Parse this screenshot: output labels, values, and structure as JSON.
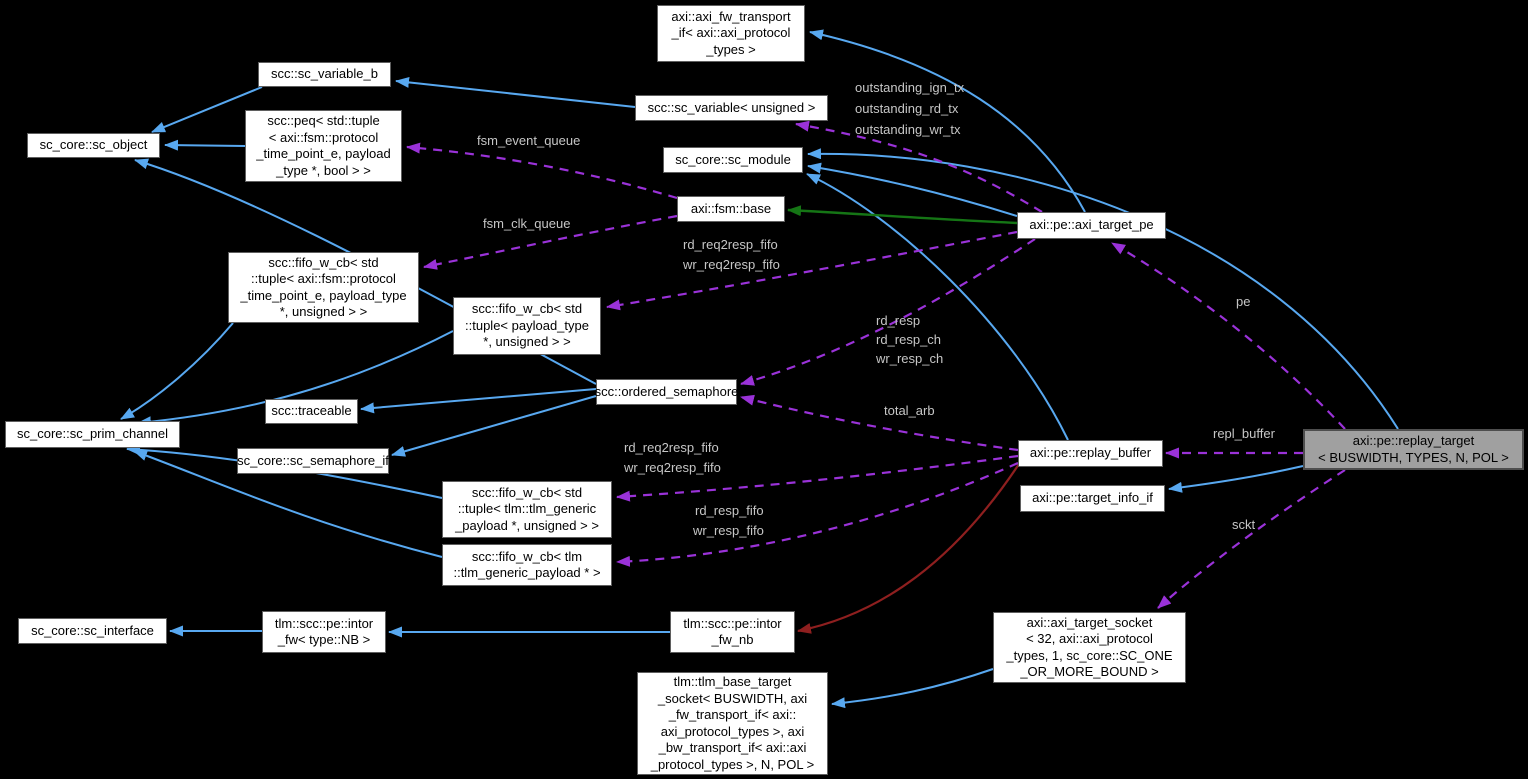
{
  "diagram_type": "doxygen-collaboration-graph",
  "colors": {
    "background": "#000000",
    "public_inheritance": "#58a8f0",
    "usage_member": "#9a32d8",
    "protected_inheritance": "#157515",
    "private_inheritance": "#8e1f1f",
    "node_fill": "#ffffff",
    "node_border": "#5f5f5f",
    "node_text": "#000000",
    "highlight_fill": "#a0a0a0",
    "edge_label_text": "#c6c6c6"
  },
  "nodes": {
    "fw_transport": {
      "label": "axi::axi_fw_transport\n_if< axi::axi_protocol\n_types >"
    },
    "sc_variable_b": {
      "label": "scc::sc_variable_b"
    },
    "sc_variable_unsigned": {
      "label": "scc::sc_variable< unsigned >"
    },
    "sc_object": {
      "label": "sc_core::sc_object"
    },
    "peq": {
      "label": "scc::peq< std::tuple\n< axi::fsm::protocol\n_time_point_e, payload\n_type *, bool > >"
    },
    "sc_module": {
      "label": "sc_core::sc_module"
    },
    "fsm_base": {
      "label": "axi::fsm::base"
    },
    "axi_target_pe": {
      "label": "axi::pe::axi_target_pe"
    },
    "fifo_fsm_tuple": {
      "label": "scc::fifo_w_cb< std\n::tuple< axi::fsm::protocol\n_time_point_e, payload_type\n*, unsigned > >"
    },
    "fifo_payload_tuple": {
      "label": "scc::fifo_w_cb< std\n::tuple< payload_type\n*, unsigned > >"
    },
    "ordered_semaphore": {
      "label": "scc::ordered_semaphore"
    },
    "traceable": {
      "label": "scc::traceable"
    },
    "prim_channel": {
      "label": "sc_core::sc_prim_channel"
    },
    "semaphore_if": {
      "label": "sc_core::sc_semaphore_if"
    },
    "fifo_tlm_tuple": {
      "label": "scc::fifo_w_cb< std\n::tuple< tlm::tlm_generic\n_payload *, unsigned > >"
    },
    "fifo_tlm_ptr": {
      "label": "scc::fifo_w_cb< tlm\n::tlm_generic_payload * >"
    },
    "replay_buffer": {
      "label": "axi::pe::replay_buffer"
    },
    "target_info_if": {
      "label": "axi::pe::target_info_if"
    },
    "replay_target": {
      "label": "axi::pe::replay_target\n< BUSWIDTH, TYPES, N, POL >"
    },
    "sc_interface": {
      "label": "sc_core::sc_interface"
    },
    "intor_fw": {
      "label": "tlm::scc::pe::intor\n_fw< type::NB >"
    },
    "intor_fw_nb": {
      "label": "tlm::scc::pe::intor\n_fw_nb"
    },
    "axi_target_socket": {
      "label": "axi::axi_target_socket\n< 32, axi::axi_protocol\n_types, 1, sc_core::SC_ONE\n_OR_MORE_BOUND >"
    },
    "tlm_base_target_socket": {
      "label": "tlm::tlm_base_target\n_socket< BUSWIDTH, axi\n_fw_transport_if< axi::\naxi_protocol_types >, axi\n_bw_transport_if< axi::axi\n_protocol_types >, N, POL >"
    }
  },
  "edge_labels": {
    "outstanding_ign_tx": "outstanding_ign_tx",
    "outstanding_rd_tx": "outstanding_rd_tx",
    "outstanding_wr_tx": "outstanding_wr_tx",
    "fsm_event_queue": "fsm_event_queue",
    "fsm_clk_queue": "fsm_clk_queue",
    "pe_rd_req2resp_fifo": "rd_req2resp_fifo",
    "pe_wr_req2resp_fifo": "wr_req2resp_fifo",
    "rd_resp": "rd_resp",
    "rd_resp_ch": "rd_resp_ch",
    "wr_resp_ch": "wr_resp_ch",
    "total_arb": "total_arb",
    "buf_rd_req2resp_fifo": "rd_req2resp_fifo",
    "buf_wr_req2resp_fifo": "wr_req2resp_fifo",
    "rd_resp_fifo": "rd_resp_fifo",
    "wr_resp_fifo": "wr_resp_fifo",
    "repl_buffer": "repl_buffer",
    "pe": "pe",
    "sckt": "sckt"
  },
  "edges": [
    {
      "from": "sc_variable_b",
      "to": "sc_object",
      "relation": "public-inheritance"
    },
    {
      "from": "peq",
      "to": "sc_object",
      "relation": "public-inheritance"
    },
    {
      "from": "ordered_semaphore",
      "to": "sc_object",
      "relation": "public-inheritance"
    },
    {
      "from": "sc_variable_unsigned",
      "to": "sc_variable_b",
      "relation": "public-inheritance"
    },
    {
      "from": "axi_target_pe",
      "to": "fw_transport",
      "relation": "public-inheritance"
    },
    {
      "from": "replay_target",
      "to": "sc_module",
      "relation": "public-inheritance"
    },
    {
      "from": "axi_target_pe",
      "to": "sc_module",
      "relation": "public-inheritance"
    },
    {
      "from": "replay_buffer",
      "to": "sc_module",
      "relation": "public-inheritance"
    },
    {
      "from": "axi_target_pe",
      "to": "fsm_base",
      "relation": "protected-inheritance"
    },
    {
      "from": "fifo_fsm_tuple",
      "to": "prim_channel",
      "relation": "public-inheritance"
    },
    {
      "from": "fifo_payload_tuple",
      "to": "prim_channel",
      "relation": "public-inheritance"
    },
    {
      "from": "fifo_tlm_tuple",
      "to": "prim_channel",
      "relation": "public-inheritance"
    },
    {
      "from": "fifo_tlm_ptr",
      "to": "prim_channel",
      "relation": "public-inheritance"
    },
    {
      "from": "ordered_semaphore",
      "to": "traceable",
      "relation": "public-inheritance"
    },
    {
      "from": "ordered_semaphore",
      "to": "semaphore_if",
      "relation": "public-inheritance"
    },
    {
      "from": "intor_fw",
      "to": "sc_interface",
      "relation": "public-inheritance"
    },
    {
      "from": "intor_fw_nb",
      "to": "intor_fw",
      "relation": "public-inheritance"
    },
    {
      "from": "axi_target_socket",
      "to": "tlm_base_target_socket",
      "relation": "public-inheritance"
    },
    {
      "from": "replay_target",
      "to": "target_info_if",
      "relation": "public-inheritance"
    },
    {
      "from": "replay_buffer",
      "to": "intor_fw_nb",
      "relation": "private-inheritance"
    },
    {
      "from": "axi_target_pe",
      "to": "sc_variable_unsigned",
      "relation": "usage",
      "labels": [
        "outstanding_ign_tx",
        "outstanding_rd_tx",
        "outstanding_wr_tx"
      ]
    },
    {
      "from": "fsm_base",
      "to": "peq",
      "relation": "usage",
      "labels": [
        "fsm_event_queue"
      ]
    },
    {
      "from": "fsm_base",
      "to": "fifo_fsm_tuple",
      "relation": "usage",
      "labels": [
        "fsm_clk_queue"
      ]
    },
    {
      "from": "axi_target_pe",
      "to": "fifo_payload_tuple",
      "relation": "usage",
      "labels": [
        "rd_req2resp_fifo",
        "wr_req2resp_fifo"
      ]
    },
    {
      "from": "axi_target_pe",
      "to": "ordered_semaphore",
      "relation": "usage",
      "labels": [
        "rd_resp",
        "rd_resp_ch",
        "wr_resp_ch"
      ]
    },
    {
      "from": "replay_buffer",
      "to": "ordered_semaphore",
      "relation": "usage",
      "labels": [
        "total_arb"
      ]
    },
    {
      "from": "replay_buffer",
      "to": "fifo_tlm_tuple",
      "relation": "usage",
      "labels": [
        "rd_req2resp_fifo",
        "wr_req2resp_fifo"
      ]
    },
    {
      "from": "replay_buffer",
      "to": "fifo_tlm_ptr",
      "relation": "usage",
      "labels": [
        "rd_resp_fifo",
        "wr_resp_fifo"
      ]
    },
    {
      "from": "replay_target",
      "to": "axi_target_pe",
      "relation": "usage",
      "labels": [
        "pe"
      ]
    },
    {
      "from": "replay_target",
      "to": "replay_buffer",
      "relation": "usage",
      "labels": [
        "repl_buffer"
      ]
    },
    {
      "from": "replay_target",
      "to": "axi_target_socket",
      "relation": "usage",
      "labels": [
        "sckt"
      ]
    }
  ]
}
